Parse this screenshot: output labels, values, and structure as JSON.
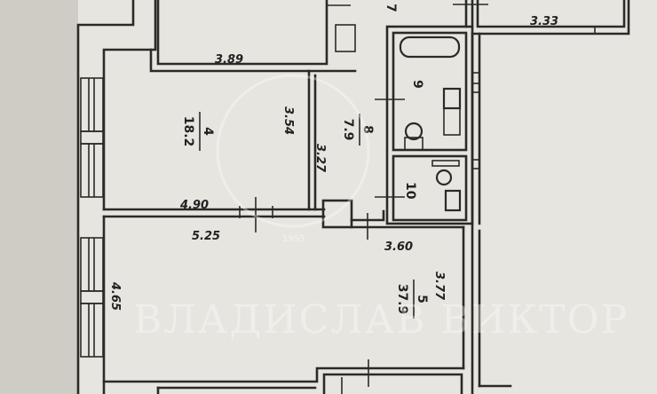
{
  "plan": {
    "rooms": [
      {
        "id": "room-4",
        "number": "4",
        "area": "18.2"
      },
      {
        "id": "room-5",
        "number": "5",
        "area": "37.9"
      },
      {
        "id": "room-7",
        "number": "7",
        "area": ""
      },
      {
        "id": "room-8",
        "number": "8",
        "area": "7.9"
      },
      {
        "id": "room-9",
        "number": "9",
        "area": ""
      },
      {
        "id": "room-10",
        "number": "10",
        "area": ""
      }
    ],
    "dimensions": {
      "top_room_width": "3.89",
      "top_right_width": "3.33",
      "room4_height": "3.54",
      "corridor_height": "3.27",
      "room4_width": "4.90",
      "room5_width_left": "5.25",
      "room5_width_right": "3.60",
      "room5_height_left": "4.65",
      "room5_height_right": "3.77"
    },
    "watermark": {
      "text": "ВЛАДИСЛАВ ВИКТОР",
      "year": "1995"
    },
    "colors": {
      "paper": "#e7e5df",
      "line": "#2a2a28",
      "background": "#cfccc5"
    }
  }
}
